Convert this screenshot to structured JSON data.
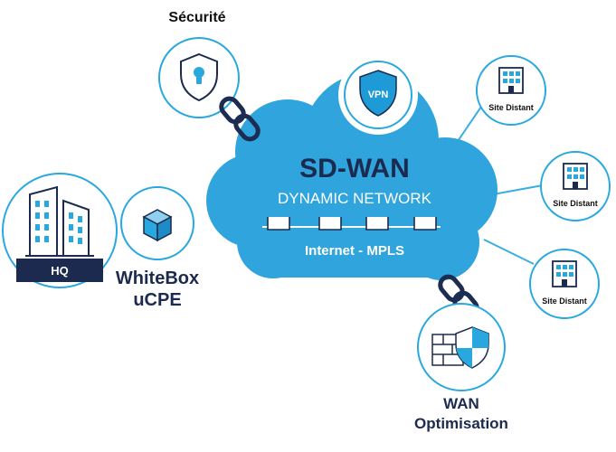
{
  "title_security": "Sécurité",
  "cloud": {
    "title": "SD-WAN",
    "subtitle": "DYNAMIC NETWORK",
    "transport": "Internet - MPLS"
  },
  "vpn_label": "VPN",
  "hq_label": "HQ",
  "whitebox": {
    "line1": "WhiteBox",
    "line2": "uCPE"
  },
  "wan": {
    "line1": "WAN",
    "line2": "Optimisation"
  },
  "sites": [
    "Site Distant",
    "Site Distant",
    "Site Distant"
  ],
  "colors": {
    "accent": "#29a8e0",
    "cloud": "#2fa4dd",
    "dark": "#1b2a4e",
    "line": "#3aaee2",
    "chain": "#1c2c52"
  },
  "icons": {
    "security": "shield-lock-icon",
    "vpn": "vpn-shield-icon",
    "hq": "office-building-icon",
    "whitebox": "cube-icon",
    "wan": "firewall-shield-icon",
    "site": "building-icon"
  }
}
